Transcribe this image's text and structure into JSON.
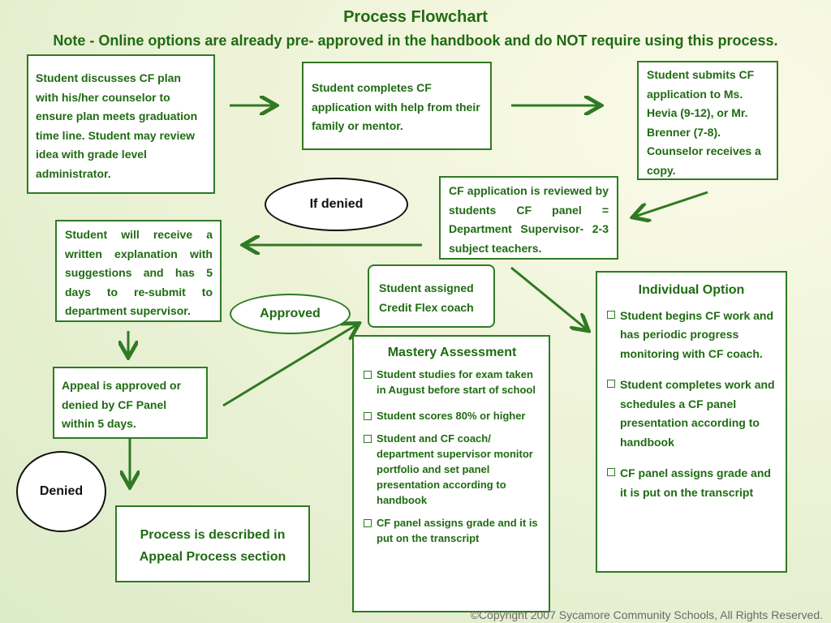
{
  "header": {
    "title": "Process Flowchart",
    "note": "Note - Online options are already pre- approved in the handbook and do NOT require using this process."
  },
  "boxes": {
    "discuss": "Student discusses CF plan with his/her counselor to ensure plan meets graduation time line. Student may review idea with grade level administrator.",
    "complete": "Student completes CF application with help from their family or mentor.",
    "submit": "Student submits CF application to Ms. Hevia (9-12), or Mr. Brenner (7-8). Counselor receives a copy.",
    "review": "CF application is reviewed by students CF panel = Department Supervisor- 2-3 subject teachers.",
    "explanation": "Student will receive a written explanation with suggestions and has 5 days to re-submit to department supervisor.",
    "coach": "Student assigned Credit Flex coach",
    "appeal": "Appeal is approved or denied by CF Panel within 5 days.",
    "appeal_process": "Process is described in Appeal Process section"
  },
  "ovals": {
    "if_denied": "If denied",
    "approved": "Approved",
    "denied": "Denied"
  },
  "mastery": {
    "title": "Mastery Assessment",
    "items": [
      "Student studies for exam taken in  August before start of school",
      "Student scores 80% or higher",
      "Student and CF coach/ department supervisor monitor portfolio and set panel presentation according to handbook",
      "CF panel assigns grade and it is put on the transcript"
    ]
  },
  "individual": {
    "title": "Individual Option",
    "items": [
      "Student begins CF work and has periodic progress monitoring with CF coach.",
      "Student completes work and schedules a CF panel presentation according to handbook",
      "CF panel assigns grade and it is put on the transcript"
    ]
  },
  "footer": {
    "copyright": "©Copyright 2007 Sycamore Community Schools, All Rights Reserved."
  },
  "colors": {
    "accent": "#1f6b12",
    "border": "#2f7a23"
  }
}
